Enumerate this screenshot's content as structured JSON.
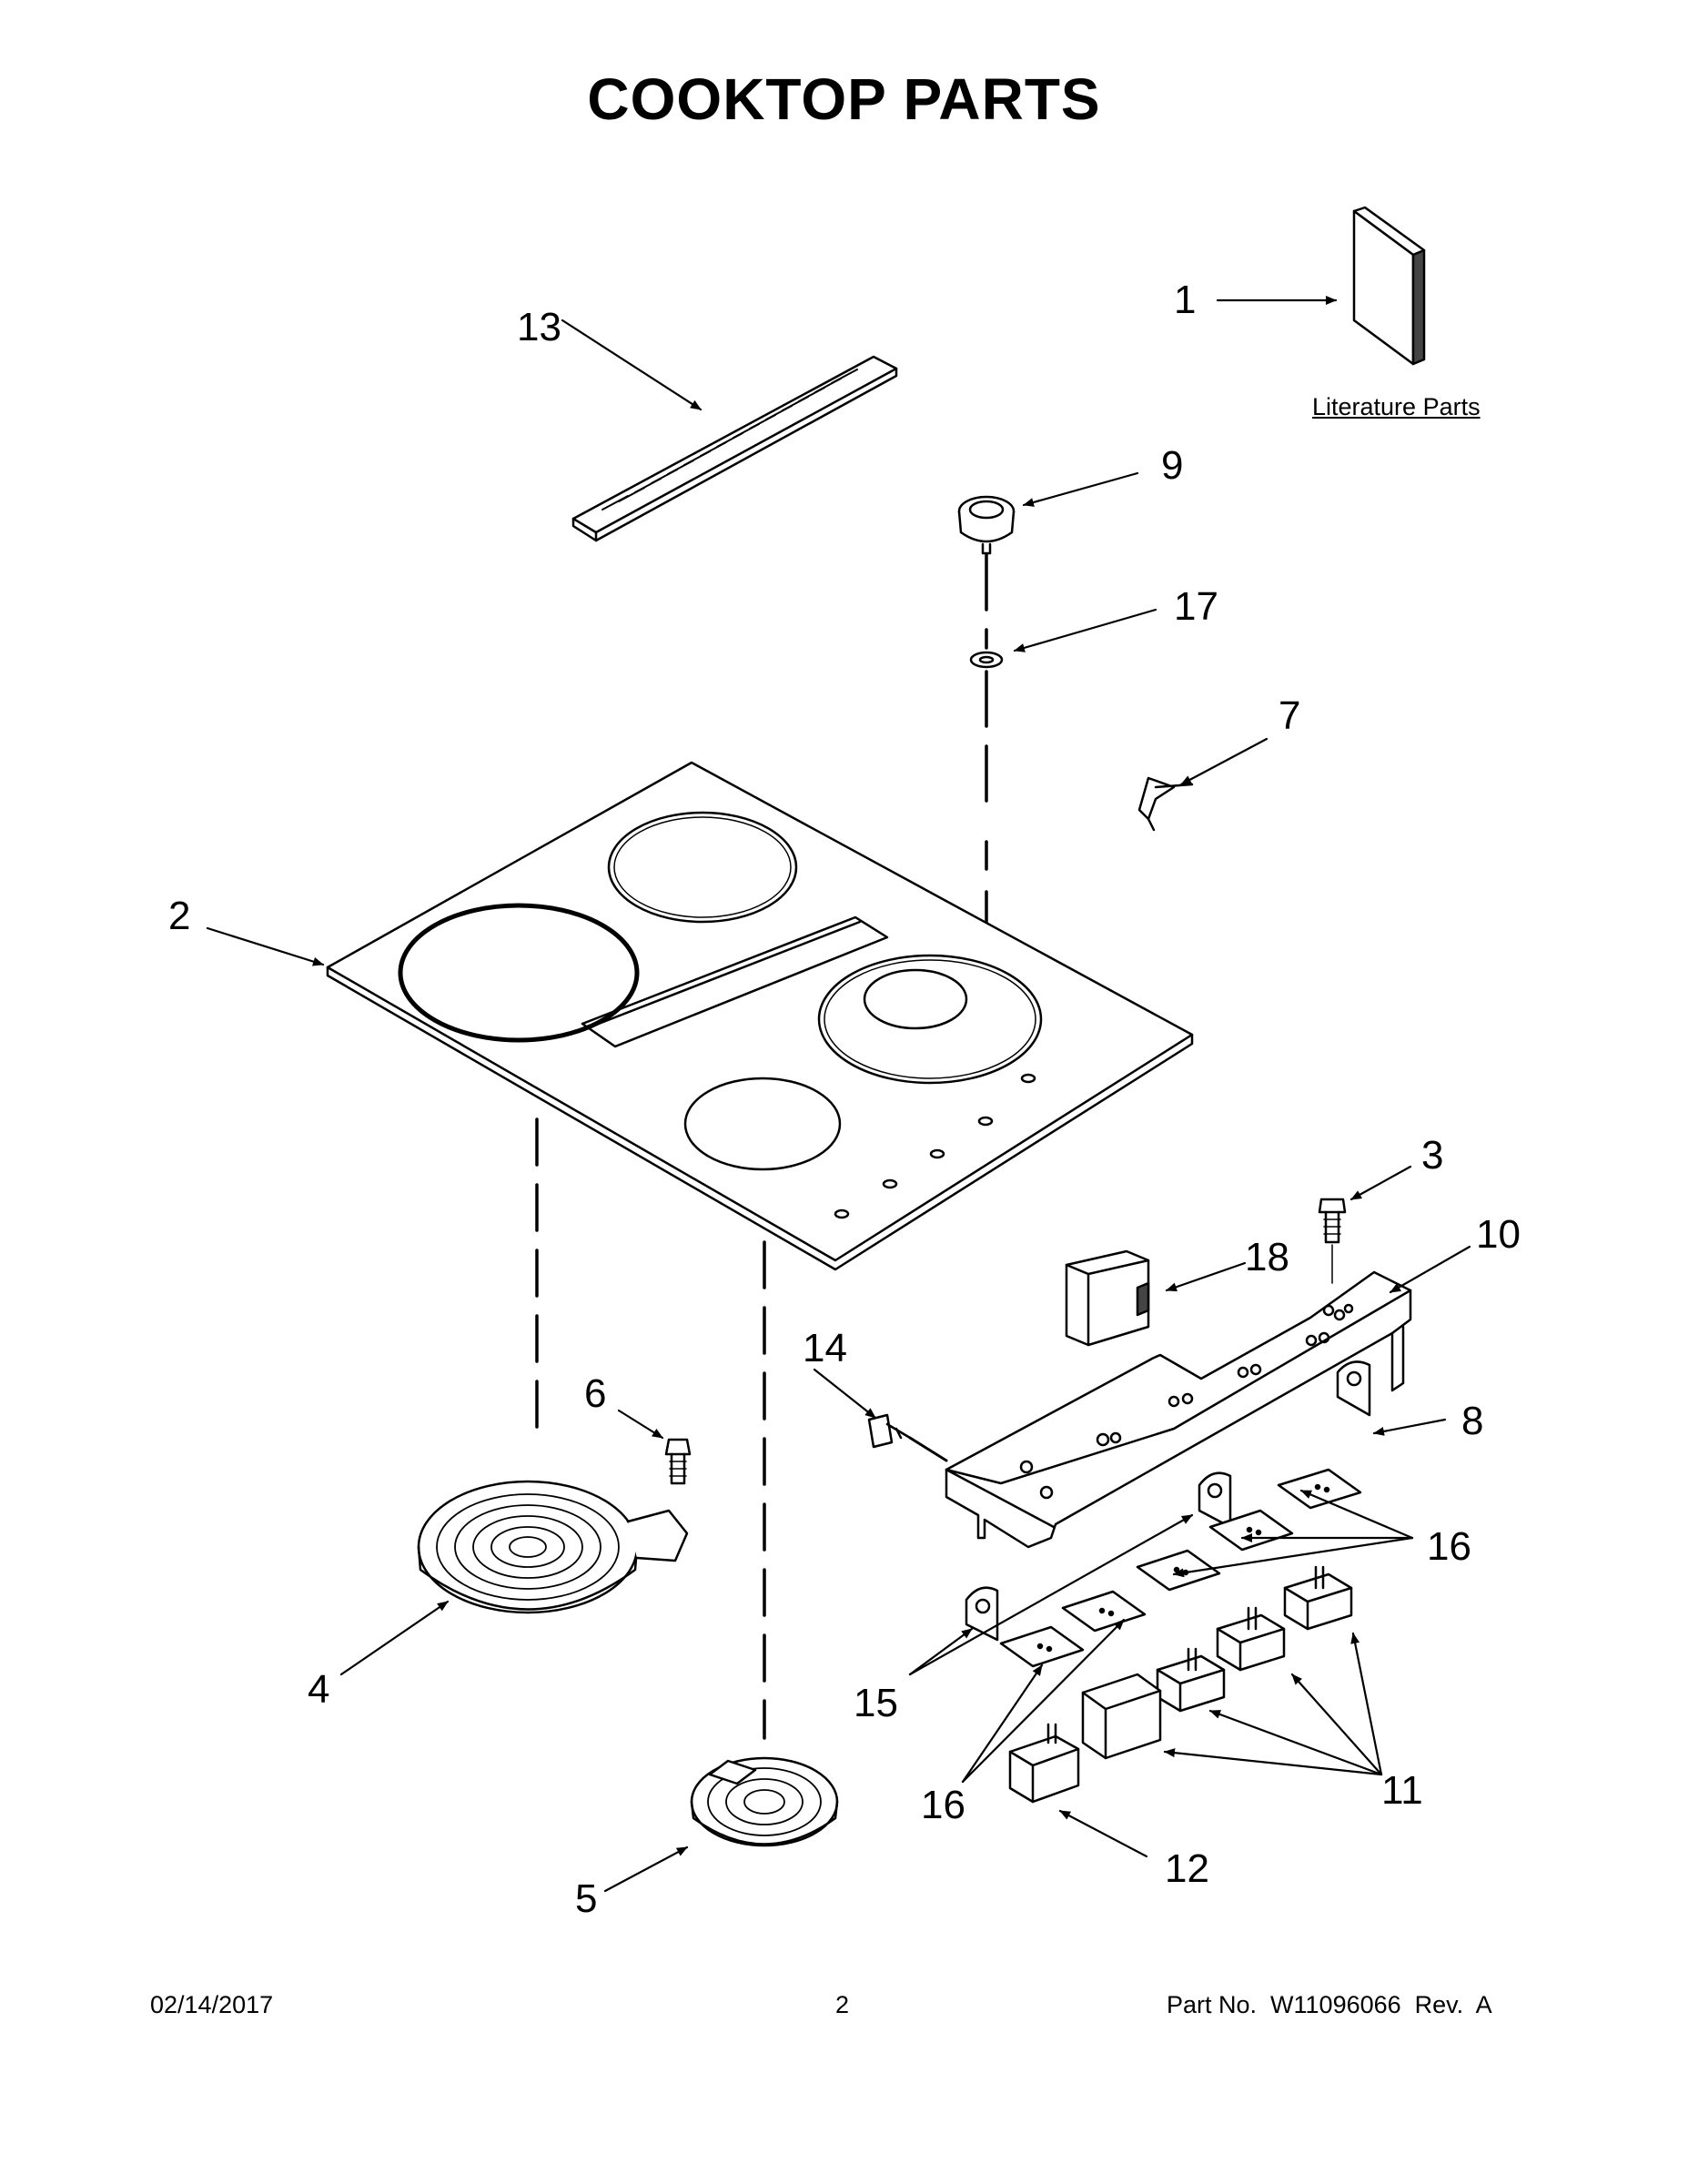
{
  "title": "COOKTOP PARTS",
  "literature_label": "Literature Parts",
  "callouts": {
    "c1": "1",
    "c2": "2",
    "c3": "3",
    "c4": "4",
    "c5": "5",
    "c6": "6",
    "c7": "7",
    "c8": "8",
    "c9": "9",
    "c10": "10",
    "c11": "11",
    "c12": "12",
    "c13": "13",
    "c14": "14",
    "c15": "15",
    "c16a": "16",
    "c16b": "16",
    "c17": "17",
    "c18": "18"
  },
  "footer": {
    "date": "02/14/2017",
    "page": "2",
    "part": "Part No.  W11096066  Rev.  A"
  }
}
